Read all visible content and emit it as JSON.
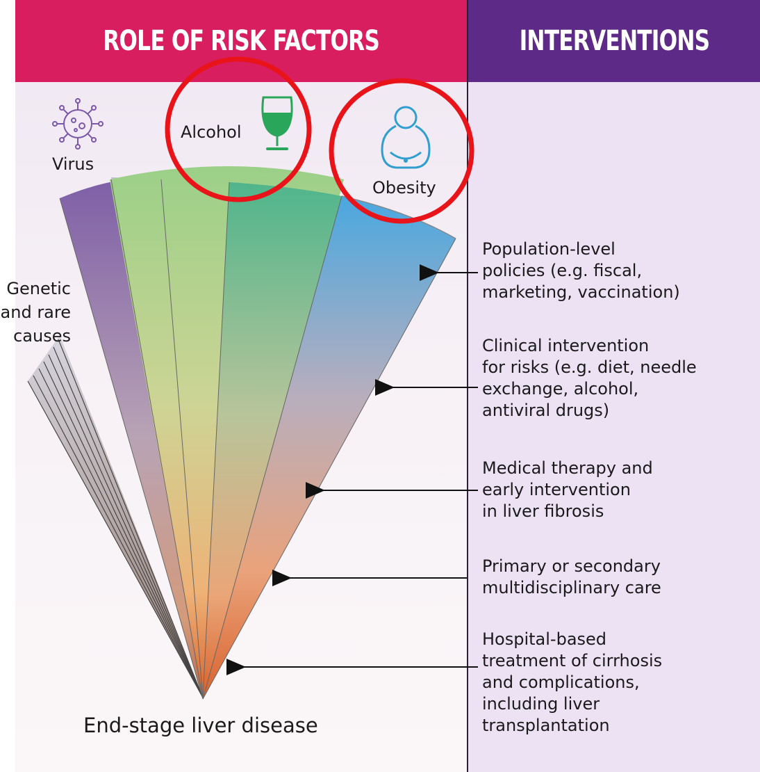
{
  "headers": {
    "left": "ROLE OF RISK FACTORS",
    "right": "INTERVENTIONS"
  },
  "risk_factors": {
    "virus": "Virus",
    "alcohol": "Alcohol",
    "obesity": "Obesity",
    "genetic": "Genetic\nand rare\ncauses"
  },
  "bottom_label": "End-stage liver disease",
  "interventions": [
    "Population-level\npolicies (e.g. fiscal,\nmarketing, vaccination)",
    "Clinical intervention\nfor risks (e.g. diet, needle\nexchange, alcohol,\nantiviral drugs)",
    "Medical therapy and\nearly intervention\nin liver fibrosis",
    "Primary or secondary\nmultidisciplinary care",
    "Hospital-based\ntreatment of cirrhosis\nand complications,\nincluding liver\ntransplantation"
  ],
  "colors": {
    "header_left": "#d81e5e",
    "header_right": "#5e2a87",
    "highlight_circle": "#e8141a",
    "icon_green": "#2aa65a",
    "icon_blue": "#2f9fd0",
    "icon_purple": "#7b57a8"
  },
  "icons": [
    "virus-icon",
    "wine-glass-icon",
    "obesity-figure-icon"
  ]
}
